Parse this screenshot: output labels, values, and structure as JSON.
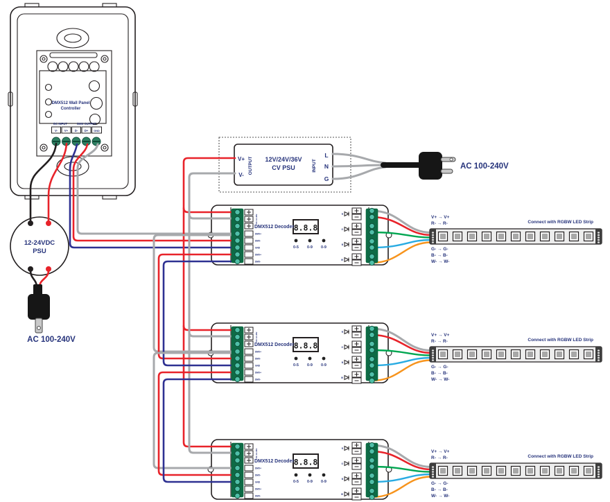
{
  "wall_panel": {
    "title_line1": "DMX512 Wall Panel",
    "title_line2": "Controller",
    "dc_input_label": "DC INPUT",
    "dmx_output_label": "DMX OUTPUT",
    "terminals": [
      "V-",
      "V+",
      "D-",
      "D+",
      "GND"
    ]
  },
  "dc_psu": {
    "label_line1": "12-24VDC",
    "label_line2": "PSU",
    "ac_label": "AC 100-240V"
  },
  "cv_psu": {
    "title_line1": "12V/24V/36V",
    "title_line2": "CV PSU",
    "output_label": "OUTPUT",
    "input_label": "INPUT",
    "out_vplus": "V+",
    "out_vminus": "V-",
    "in_l": "L",
    "in_n": "N",
    "in_g": "G",
    "ac_label": "AC 100-240V"
  },
  "decoders": [
    {
      "name": "DMX512 Decoder",
      "display": "8.8.8",
      "dials": [
        "0-5",
        "0-9",
        "0-9"
      ],
      "power_label": "DC 12-36V",
      "input_labels": [
        "DMX+",
        "DMX-",
        "GND",
        "DMX+",
        "DMX-"
      ],
      "channel_labels": [
        "R",
        "G",
        "B",
        "W"
      ]
    },
    {
      "name": "DMX512 Decoder",
      "display": "8.8.8",
      "dials": [
        "0-5",
        "0-9",
        "0-9"
      ],
      "power_label": "DC 12-36V",
      "input_labels": [
        "DMX+",
        "DMX-",
        "GND",
        "DMX+",
        "DMX-"
      ],
      "channel_labels": [
        "R",
        "G",
        "B",
        "W"
      ]
    },
    {
      "name": "DMX512 Decoder",
      "display": "8.8.8",
      "dials": [
        "0-5",
        "0-9",
        "0-9"
      ],
      "power_label": "DC 12-36V",
      "input_labels": [
        "DMX+",
        "DMX-",
        "GND",
        "DMX+",
        "DMX-"
      ],
      "channel_labels": [
        "R",
        "G",
        "B",
        "W"
      ]
    }
  ],
  "led_strips": [
    {
      "caption": "Connect with RGBW LED Strip",
      "top": [
        "V+ → V+",
        "R- → R-"
      ],
      "bottom": [
        "G- → G-",
        "B- → B-",
        "W- → W-"
      ]
    },
    {
      "caption": "Connect with RGBW LED Strip",
      "top": [
        "V+ → V+",
        "R- → R-"
      ],
      "bottom": [
        "G- → G-",
        "B- → B-",
        "W- → W-"
      ]
    },
    {
      "caption": "Connect with RGBW LED Strip",
      "top": [
        "V+ → V+",
        "R- → R-"
      ],
      "bottom": [
        "G- → G-",
        "B- → B-",
        "W- → W-"
      ]
    }
  ],
  "colors": {
    "wire_red": "#E8232A",
    "wire_gray": "#A7A9AC",
    "wire_blue": "#2E3192",
    "wire_black": "#231F20",
    "wire_green": "#00A651",
    "wire_cyan": "#29ABE2",
    "wire_orange": "#F7941D",
    "terminal_green": "#0E6B46",
    "label_navy": "#26337B"
  }
}
